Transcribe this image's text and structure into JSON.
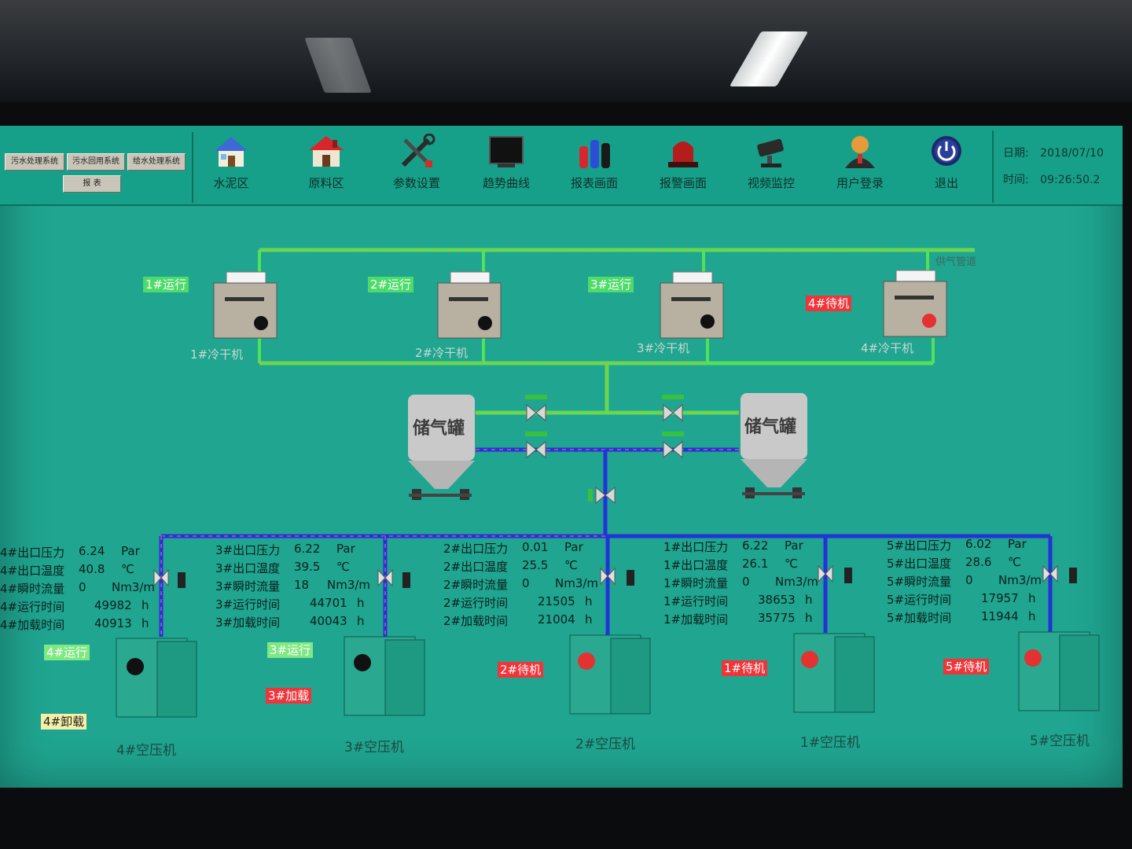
{
  "top_left_buttons": {
    "sewage": "污水处理系统",
    "reuse": "污水回用系统",
    "water_supply": "给水处理系统",
    "report": "报 表"
  },
  "nav": [
    {
      "label": "水泥区",
      "icon": "house-icon"
    },
    {
      "label": "原料区",
      "icon": "red-house-icon"
    },
    {
      "label": "参数设置",
      "icon": "wrench-tools-icon"
    },
    {
      "label": "趋势曲线",
      "icon": "monitor-icon"
    },
    {
      "label": "报表画面",
      "icon": "report-cylinders-icon"
    },
    {
      "label": "报警画面",
      "icon": "alarm-light-icon"
    },
    {
      "label": "视频监控",
      "icon": "camera-icon"
    },
    {
      "label": "用户登录",
      "icon": "user-icon"
    },
    {
      "label": "退出",
      "icon": "power-icon"
    }
  ],
  "datetime": {
    "date_label": "日期:",
    "date_value": "2018/07/10",
    "time_label": "时间:",
    "time_value": "09:26:50.2"
  },
  "pipe_label": "供气管道",
  "dryers": [
    {
      "name": "1#冷干机",
      "status": "1#运行",
      "state": "run"
    },
    {
      "name": "2#冷干机",
      "status": "2#运行",
      "state": "run"
    },
    {
      "name": "3#冷干机",
      "status": "3#运行",
      "state": "run"
    },
    {
      "name": "4#冷干机",
      "status": "4#待机",
      "state": "standby"
    }
  ],
  "tanks": [
    {
      "label": "储气罐"
    },
    {
      "label": "储气罐"
    }
  ],
  "param_labels": {
    "pressure": "出口压力",
    "temperature": "出口温度",
    "flow": "瞬时流量",
    "run_time": "运行时间",
    "load_time": "加载时间"
  },
  "units": {
    "pressure": "Par",
    "temperature": "℃",
    "flow": "Nm3/m",
    "hours": "h"
  },
  "compressors": [
    {
      "name": "4#空压机",
      "prefix": "4#",
      "pressure": "6.24",
      "temperature": "40.8",
      "flow": "0",
      "run_time": "49982",
      "load_time": "40913",
      "status": "4#运行",
      "state": "run",
      "sub_status": "4#卸载"
    },
    {
      "name": "3#空压机",
      "prefix": "3#",
      "pressure": "6.22",
      "temperature": "39.5",
      "flow": "18",
      "run_time": "44701",
      "load_time": "40043",
      "status": "3#运行",
      "state": "run",
      "sub_status": "3#加载"
    },
    {
      "name": "2#空压机",
      "prefix": "2#",
      "pressure": "0.01",
      "temperature": "25.5",
      "flow": "0",
      "run_time": "21505",
      "load_time": "21004",
      "status": "2#待机",
      "state": "standby"
    },
    {
      "name": "1#空压机",
      "prefix": "1#",
      "pressure": "6.22",
      "temperature": "26.1",
      "flow": "0",
      "run_time": "38653",
      "load_time": "35775",
      "status": "1#待机",
      "state": "standby"
    },
    {
      "name": "5#空压机",
      "prefix": "5#",
      "pressure": "6.02",
      "temperature": "28.6",
      "flow": "0",
      "run_time": "17957",
      "load_time": "11944",
      "status": "5#待机",
      "state": "standby"
    }
  ],
  "colors": {
    "screen_bg": "#1fa590",
    "pipe_green": "#53e05b",
    "pipe_dash": "#e8a020",
    "pipe_blue": "#2433d8",
    "pipe_blue_dash": "#d64aa8",
    "run": "#4ddb6a",
    "standby": "#f0353a"
  }
}
